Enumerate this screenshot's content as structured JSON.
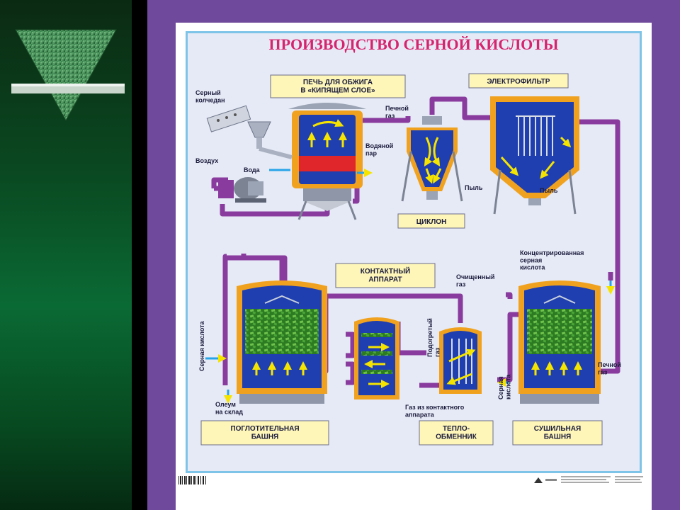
{
  "title": "ПРОИЗВОДСТВО СЕРНОЙ КИСЛОТЫ",
  "units": {
    "furnace": "ПЕЧЬ ДЛЯ ОБЖИГА\nВ «КИПЯЩЕМ СЛОЕ»",
    "electrofilter": "ЭЛЕКТРОФИЛЬТР",
    "cyclone": "ЦИКЛОН",
    "contact": "КОНТАКТНЫЙ\nАППАРАТ",
    "absorber": "ПОГЛОТИТЕЛЬНАЯ\nБАШНЯ",
    "heat_exchanger": "ТЕПЛО-\nОБМЕННИК",
    "dryer": "СУШИЛЬНАЯ\nБАШНЯ"
  },
  "labels": {
    "pyrite": "Серный\nколчедан",
    "air": "Воздух",
    "water": "Вода",
    "steam": "Водяной\nпар",
    "furnace_gas_top": "Печной\nгаз",
    "dust1": "Пыль",
    "dust2": "Пыль",
    "conc_acid": "Концентрированная\nсерная\nкислота",
    "purified_gas": "Очищенный\nгаз",
    "heated_gas": "Подогретый\nгаз",
    "sulfuric_acid_left": "Серная кислота",
    "sulfuric_acid_right": "Серная\nкислота",
    "oleum": "Олеум\nна склад",
    "gas_from_contact": "Газ из контактного\nаппарата",
    "furnace_gas_bottom": "Печной\nгаз"
  },
  "colors": {
    "pipe": "#8a3c9e",
    "vessel_blue": "#1f3fb0",
    "vessel_orange": "#f0a21f",
    "fire": "#e0262a",
    "packing": "#3f9a2c",
    "label_box": "#fdf6b8",
    "arrow": "#f5e400",
    "water_arrow": "#27a4e8"
  },
  "icons": {
    "logo": "green-triangle-logo-icon",
    "barcode": "barcode-icon",
    "publisher": "publisher-logo-icon"
  }
}
